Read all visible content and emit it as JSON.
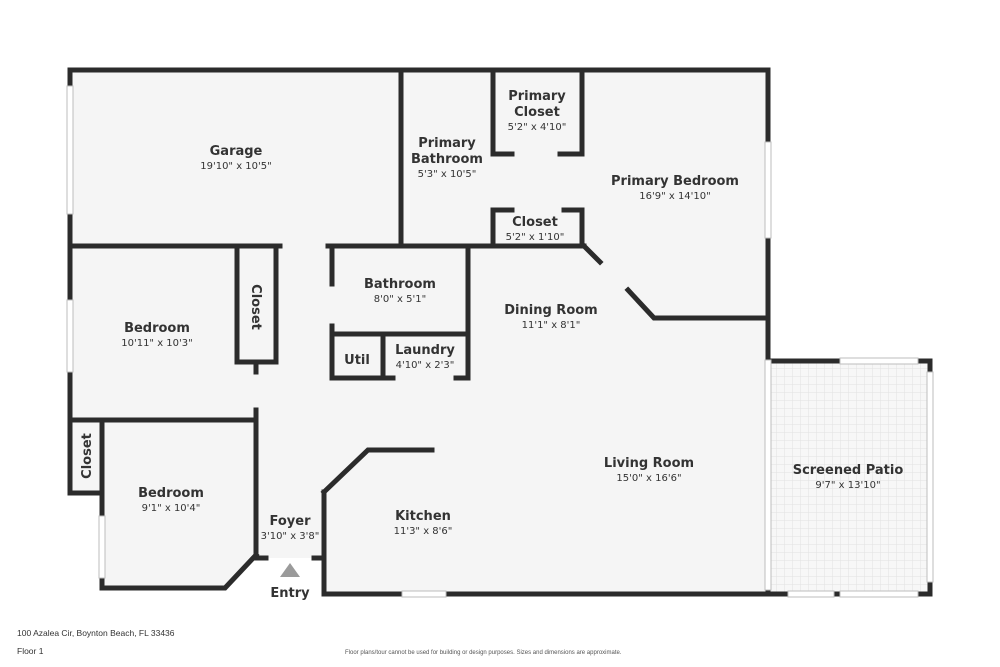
{
  "colors": {
    "wall": "#2b2b2b",
    "floor": "#f5f5f5",
    "window": "#ffffff",
    "patio_grid": "#e2e2e2",
    "entry_marker": "#9a9a9a"
  },
  "rooms": {
    "garage": {
      "name": "Garage",
      "dim": "19'10\" x 10'5\""
    },
    "primary_bathroom": {
      "name_line1": "Primary",
      "name_line2": "Bathroom",
      "dim": "5'3\" x 10'5\""
    },
    "primary_closet": {
      "name_line1": "Primary",
      "name_line2": "Closet",
      "dim": "5'2\" x 4'10\""
    },
    "primary_bedroom": {
      "name": "Primary Bedroom",
      "dim": "16'9\" x 14'10\""
    },
    "closet_small": {
      "name": "Closet",
      "dim": "5'2\" x 1'10\""
    },
    "bathroom": {
      "name": "Bathroom",
      "dim": "8'0\" x 5'1\""
    },
    "dining_room": {
      "name": "Dining Room",
      "dim": "11'1\" x 8'1\""
    },
    "bedroom_1": {
      "name": "Bedroom",
      "dim": "10'11\" x 10'3\""
    },
    "closet_vertical_1": {
      "name": "Closet"
    },
    "util": {
      "name": "Util"
    },
    "laundry": {
      "name": "Laundry",
      "dim": "4'10\" x 2'3\""
    },
    "closet_vertical_2": {
      "name": "Closet"
    },
    "bedroom_2": {
      "name": "Bedroom",
      "dim": "9'1\" x 10'4\""
    },
    "foyer": {
      "name": "Foyer",
      "dim": "3'10\" x 3'8\""
    },
    "kitchen": {
      "name": "Kitchen",
      "dim": "11'3\" x 8'6\""
    },
    "living_room": {
      "name": "Living Room",
      "dim": "15'0\" x 16'6\""
    },
    "screened_patio": {
      "name": "Screened Patio",
      "dim": "9'7\" x 13'10\""
    }
  },
  "entry": {
    "label": "Entry"
  },
  "footer": {
    "address": "100 Azalea Cir, Boynton Beach, FL 33436",
    "floor": "Floor 1",
    "disclaimer": "Floor plans/tour cannot be used for building or design purposes. Sizes and dimensions are approximate."
  }
}
